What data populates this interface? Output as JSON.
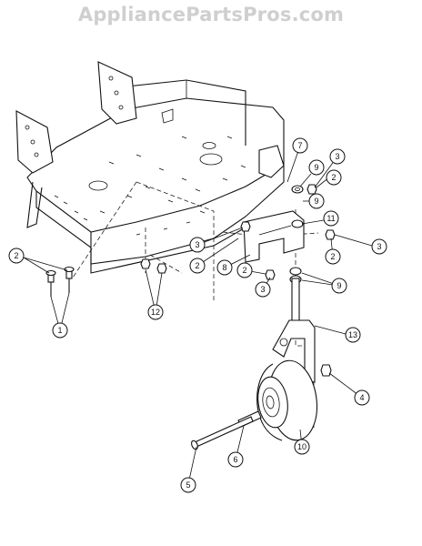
{
  "watermark": "AppliancePartsPros.com",
  "callouts": {
    "c1": "1",
    "c2a": "2",
    "c2b": "2",
    "c2c": "2",
    "c2d": "2",
    "c2e": "2",
    "c3a": "3",
    "c3b": "3",
    "c3c": "3",
    "c3d": "3",
    "c4": "4",
    "c5": "5",
    "c6": "6",
    "c7": "7",
    "c8": "8",
    "c9a": "9",
    "c9b": "9",
    "c9c": "9",
    "c10": "10",
    "c11": "11",
    "c12": "12",
    "c13": "13"
  }
}
